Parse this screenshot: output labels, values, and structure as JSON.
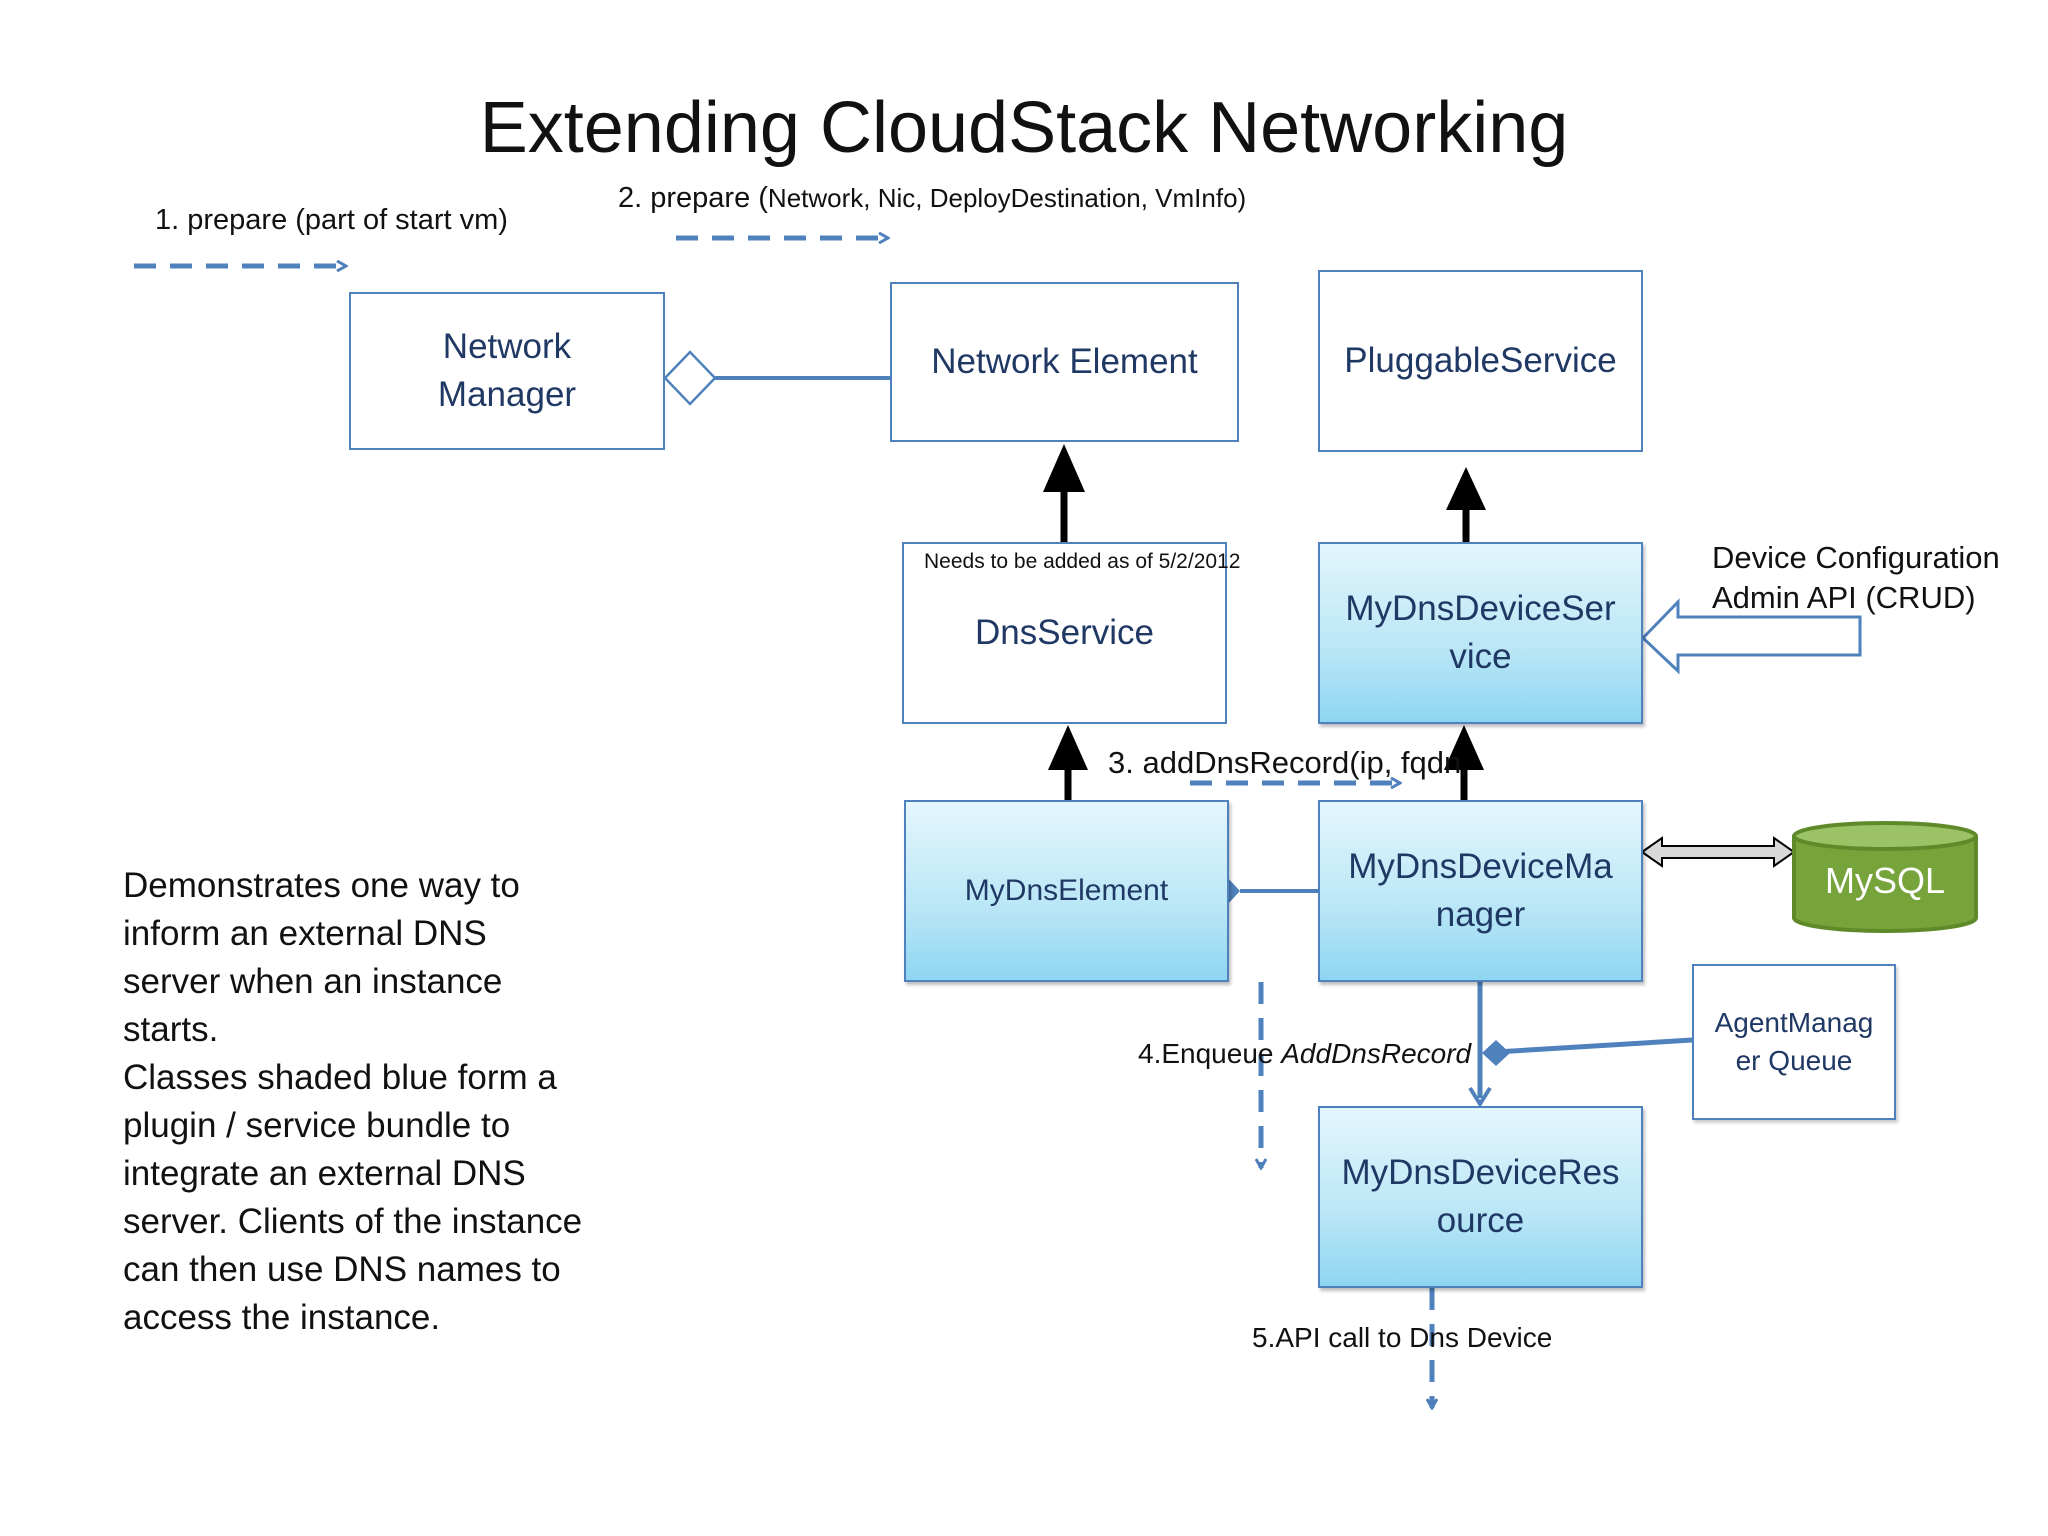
{
  "title": "Extending CloudStack Networking",
  "steps": {
    "step1": "1. prepare (part of start vm)",
    "step2_prefix": "2. prepare (",
    "step2_args": "Network, Nic, DeployDestination, VmInfo)",
    "step3": "3. addDnsRecord(ip, fqdn",
    "step4_prefix": "4.Enqueue ",
    "step4_em": "AddDnsRecord",
    "step5": "5.API call to Dns Device"
  },
  "boxes": {
    "network_manager": [
      "Network",
      "Manager"
    ],
    "network_element": "Network Element",
    "pluggable_service": "PluggableService",
    "dns_service": "DnsService",
    "dns_service_note": "Needs to be added as of 5/2/2012",
    "my_dns_device_service": [
      "MyDnsDeviceSer",
      "vice"
    ],
    "my_dns_element": "MyDnsElement",
    "my_dns_device_manager": [
      "MyDnsDeviceMa",
      "nager"
    ],
    "agent_manager_queue": [
      "AgentManag",
      "er Queue"
    ],
    "my_dns_device_resource": [
      "MyDnsDeviceRes",
      "ource"
    ]
  },
  "mysql": "MySQL",
  "admin_api": [
    "Device Configuration",
    "Admin API (CRUD)"
  ],
  "description": [
    "Demonstrates one way to inform an external DNS server when an instance starts.",
    "Classes shaded blue form a plugin / service bundle to integrate an external DNS server. Clients of the instance can then use DNS names to access the instance."
  ],
  "colors": {
    "box_border": "#4f81bd",
    "box_text": "#1f3864",
    "plugin_fill": "#b9e6f6",
    "mysql_fill": "#77a33b",
    "arrow_dashed": "#4f81bd"
  }
}
